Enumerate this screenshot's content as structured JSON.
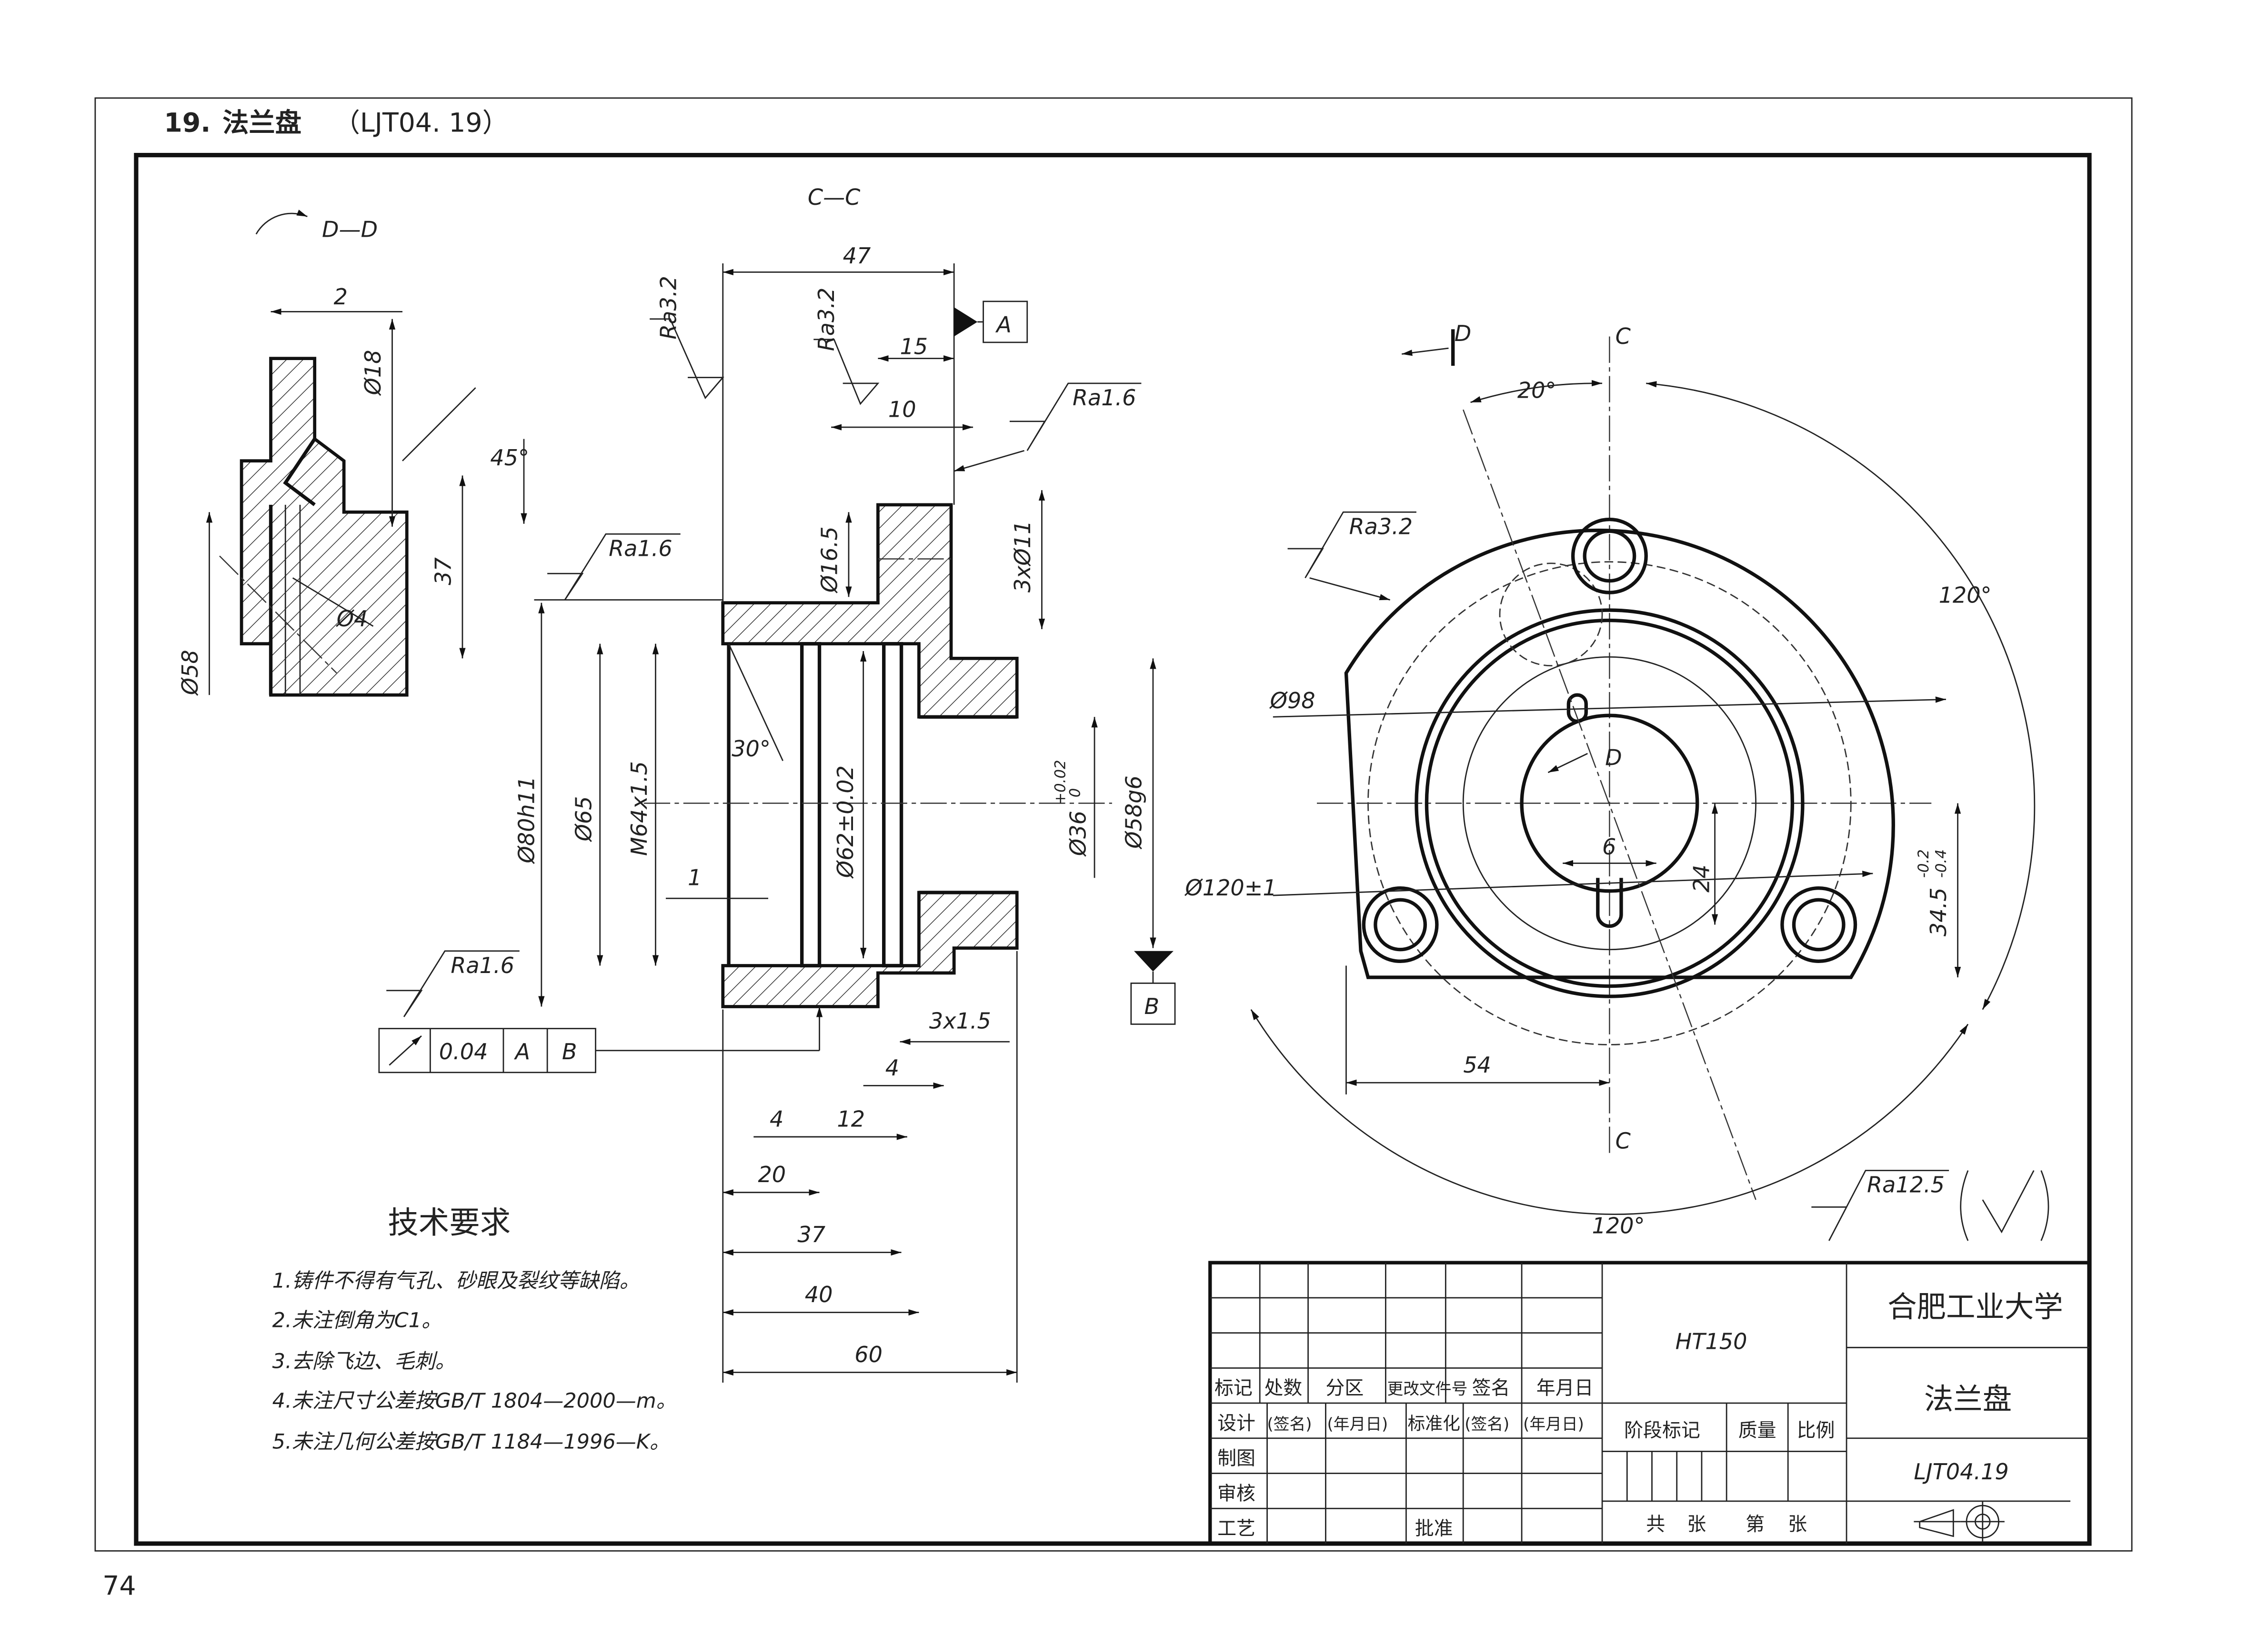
{
  "header": {
    "number": "19.",
    "title": "法兰盘",
    "code": "（LJT04. 19）"
  },
  "page_number": "74",
  "views": {
    "dd": "D—D",
    "cc": "C—C",
    "c_top": "C",
    "c_bottom": "C",
    "d_top": "D",
    "d_center": "D"
  },
  "dd_dims": {
    "w2": "2",
    "d18": "Ø18",
    "a45": "45°",
    "l37": "37",
    "d4": "Ø4",
    "d58": "Ø58"
  },
  "cc_dims": {
    "l47": "47",
    "l15": "15",
    "l10": "10",
    "d16_5": "Ø16.5",
    "h3x11": "3xØ11",
    "d80": "Ø80h11",
    "d65": "Ø65",
    "m64": "M64x1.5",
    "a30": "30°",
    "l1": "1",
    "d62": "Ø62±0.02",
    "d36": "Ø36",
    "d36_tol_up": "+0.02",
    "d36_tol_low": "0",
    "d58": "Ø58g6",
    "g3x1_5": "3x1.5",
    "l4a": "4",
    "l4b": "4",
    "l12": "12",
    "l20": "20",
    "l37": "37",
    "l40": "40",
    "l60": "60"
  },
  "right_dims": {
    "a20": "20°",
    "a120a": "120°",
    "a120b": "120°",
    "d98": "Ø98",
    "d120": "Ø120±1",
    "l6": "6",
    "l24": "24",
    "l34_5": "34.5",
    "l34_5_tol_up": "-0.2",
    "l34_5_tol_low": "-0.4",
    "l54": "54"
  },
  "roughness": {
    "r1": "Ra3.2",
    "r2": "Ra3.2",
    "r3": "Ra1.6",
    "r4": "Ra1.6",
    "r5": "Ra1.6",
    "r6": "Ra3.2",
    "general": "Ra12.5"
  },
  "datums": {
    "a": "A",
    "b": "B"
  },
  "fcf": {
    "value": "0.04",
    "ref1": "A",
    "ref2": "B"
  },
  "tech": {
    "title": "技术要求",
    "items": [
      "1.铸件不得有气孔、砂眼及裂纹等缺陷。",
      "2.未注倒角为C1。",
      "3.去除飞边、毛刺。",
      "4.未注尺寸公差按GB/T 1804—2000—m。",
      "5.未注几何公差按GB/T 1184—1996—K。"
    ]
  },
  "title_block": {
    "material": "HT150",
    "school": "合肥工业大学",
    "part_name": "法兰盘",
    "drawing_no": "LJT04.19",
    "row_headers": [
      "标记",
      "处数",
      "分区",
      "更改文件号",
      "签名",
      "年月日"
    ],
    "row_design": [
      "设计",
      "(签名)",
      "(年月日)",
      "标准化",
      "(签名)",
      "(年月日)"
    ],
    "row_labels": [
      "制图",
      "审核",
      "工艺"
    ],
    "approve": "批准",
    "stage": "阶段标记",
    "mass": "质量",
    "scale": "比例",
    "sheets": [
      "共",
      "张",
      "第",
      "张"
    ]
  }
}
